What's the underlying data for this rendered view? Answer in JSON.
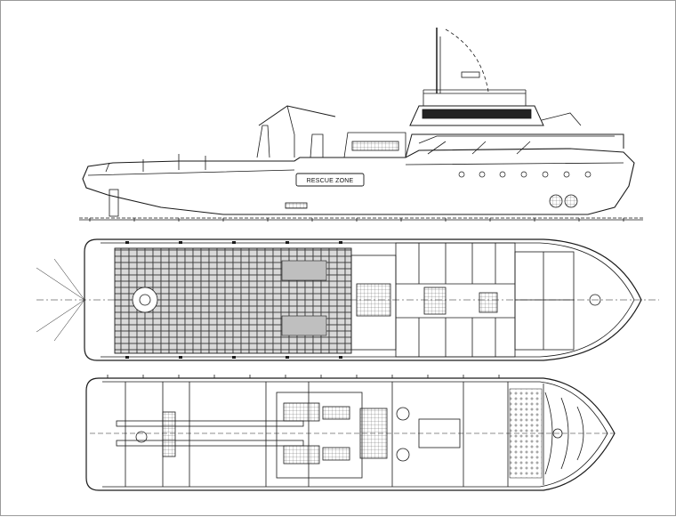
{
  "drawing": {
    "views": [
      "profile",
      "main-deck-plan",
      "tank-top-plan"
    ],
    "rescue_zone_label": "RESCUE ZONE",
    "line_color": "#1a1a1a",
    "background": "#ffffff"
  }
}
